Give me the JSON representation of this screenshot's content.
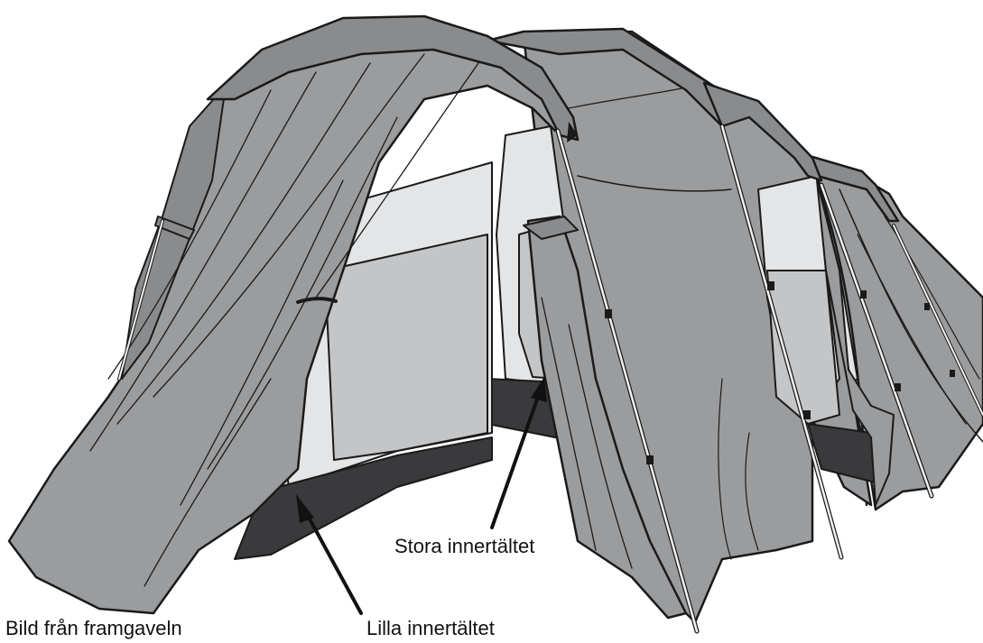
{
  "labels": {
    "front_view": "Bild från framgaveln",
    "small_inner_tent": "Lilla innertältet",
    "large_inner_tent": "Stora innertältet"
  },
  "colors": {
    "fly": "#9b9c9e",
    "fly_dark": "#8a8b8d",
    "inner_light": "#e4e5e6",
    "inner_mid": "#c4c5c7",
    "groundsheet": "#3a3a3c",
    "outline": "#1a1a1a",
    "pole": "#f2f2f2"
  }
}
